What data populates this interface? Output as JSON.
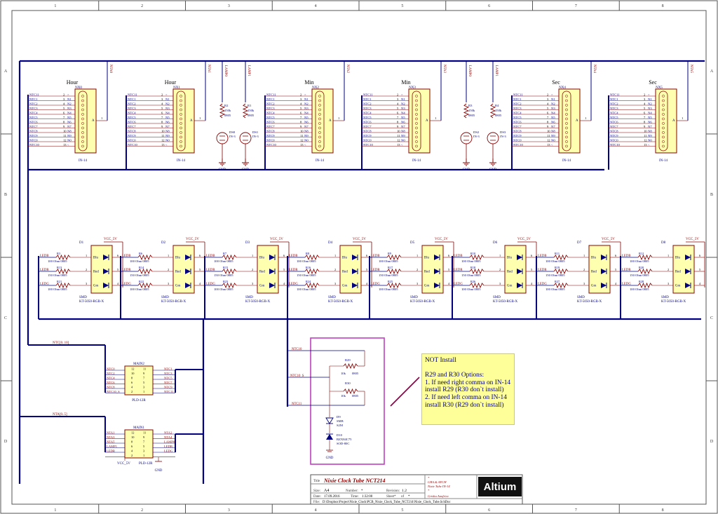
{
  "border": {
    "col_labels": [
      "1",
      "2",
      "3",
      "4",
      "5",
      "6",
      "7",
      "8"
    ],
    "row_labels": [
      "A",
      "B",
      "C",
      "D"
    ]
  },
  "nixie_tubes": [
    {
      "title": "Hour",
      "ref": "NX0",
      "part": "IN-14",
      "net": "NTA0"
    },
    {
      "title": "Hour",
      "ref": "NX1",
      "part": "IN-14",
      "net": "NTA1"
    },
    {
      "title": "Min",
      "ref": "NX2",
      "part": "IN-14",
      "net": "NTA2"
    },
    {
      "title": "Min",
      "ref": "NX3",
      "part": "IN-14",
      "net": "NTA3"
    },
    {
      "title": "Sec",
      "ref": "NX4",
      "part": "IN-14",
      "net": "NTA4"
    },
    {
      "title": "Sec",
      "ref": "NX5",
      "part": "IN-14",
      "net": "NTA5"
    }
  ],
  "nixie_pins": {
    "nets": [
      "NTC11",
      "NTC1",
      "NTC2",
      "NTC3",
      "NTC4",
      "NTC5",
      "NTC6",
      "NTC7",
      "NTC8",
      "NTC9",
      "NTC0",
      "NTC10"
    ],
    "pin_numbers": [
      "2",
      "3",
      "4",
      "5",
      "6",
      "7",
      "8",
      "9",
      "10",
      "11",
      "12",
      "13"
    ],
    "pin_names": [
      ">",
      "N1",
      "N2",
      "N3",
      "N4",
      "N5",
      "N6",
      "N7",
      "N8",
      "N9",
      "N0",
      "<"
    ],
    "anode_pin_name": "A",
    "anode_pin_number": "1"
  },
  "lamps": [
    {
      "ref": "DS0",
      "part": "IN-3",
      "r_ref": "R2",
      "r_val": "150k",
      "r_pkg": "0805",
      "net": "LAMP0"
    },
    {
      "ref": "DS1",
      "part": "IN-3",
      "r_ref": "R1",
      "r_val": "150k",
      "r_pkg": "0805",
      "net": "LAMP1"
    },
    {
      "ref": "DS2",
      "part": "IN-3",
      "r_ref": "R3",
      "r_val": "150k",
      "r_pkg": "0805",
      "net": "LAMP0"
    },
    {
      "ref": "DS3",
      "part": "IN-3",
      "r_ref": "R4",
      "r_val": "150k",
      "r_pkg": "0805",
      "net": "LAMP1"
    }
  ],
  "gnd_label": "GND",
  "leds": [
    {
      "ref": "D1",
      "r": [
        "R3",
        "R13",
        "R21"
      ]
    },
    {
      "ref": "D2",
      "r": [
        "R6",
        "R14",
        "R22"
      ]
    },
    {
      "ref": "D3",
      "r": [
        "R7",
        "R15",
        "R23"
      ]
    },
    {
      "ref": "D4",
      "r": [
        "R8",
        "R16",
        "R24"
      ]
    },
    {
      "ref": "D5",
      "r": [
        "R9",
        "R17",
        "R25"
      ]
    },
    {
      "ref": "D6",
      "r": [
        "R10",
        "R18",
        "R26"
      ]
    },
    {
      "ref": "D7",
      "r": [
        "R11",
        "R19",
        "R27"
      ]
    },
    {
      "ref": "D8",
      "r": [
        "R12",
        "R20",
        "R28"
      ]
    }
  ],
  "led_common": {
    "vcc": "VCC_5V",
    "nets": [
      "LEDB",
      "LEDR",
      "LEDG"
    ],
    "values": [
      "100 Ohm   0805",
      "150 Ohm   0805",
      "100 Ohm   0805"
    ],
    "colors": [
      "Blu",
      "Red",
      "Grn"
    ],
    "pins": [
      "6",
      "5",
      "4"
    ],
    "left_pins": [
      "1",
      "2",
      "3"
    ],
    "footer1": "SMD",
    "footer2": "KT-5050-RGB-X"
  },
  "main2": {
    "ref": "MAIN2",
    "part": "PLD-12R",
    "bus": "NTC[0..10]",
    "left": [
      "NTC0",
      "NTC2",
      "NTC4",
      "NTC6",
      "NTC8",
      "NTC10_S"
    ],
    "right": [
      "NTC1",
      "NTC3",
      "NTC5",
      "NTC7",
      "NTC9",
      "NTC11"
    ],
    "lnums": [
      "12",
      "10",
      "8",
      "6",
      "4",
      "2"
    ],
    "rnums": [
      "11",
      "9",
      "7",
      "5",
      "3",
      "1"
    ]
  },
  "main1": {
    "ref": "MAIN1",
    "part": "PLD-12R",
    "bus": "NTA[0..5]",
    "left": [
      "NTA1",
      "NTA3",
      "NTA5",
      "LAMP1",
      "LEDR",
      ""
    ],
    "right": [
      "NTA2",
      "NTA4",
      "LAMP0",
      "LEDB",
      "LEDG",
      ""
    ],
    "lnums": [
      "12",
      "10",
      "8",
      "6",
      "4",
      "2"
    ],
    "rnums": [
      "11",
      "9",
      "7",
      "5",
      "3",
      "1"
    ],
    "vcc": "VCC_5V",
    "gnd": "GND"
  },
  "comma_circuit": {
    "nets": [
      "NTC10",
      "NTC10_S",
      "NTC11"
    ],
    "r29": {
      "ref": "R29",
      "val": "10k",
      "pkg": "0805"
    },
    "r30": {
      "ref": "R30",
      "val": "10k",
      "pkg": "0805"
    },
    "d9": {
      "ref": "D9",
      "pkg": "SMB",
      "part": "S2M"
    },
    "d10": {
      "ref": "D10",
      "part": "BZX84C75",
      "pkg": "SOD-80C"
    },
    "gnd": "GND"
  },
  "note": {
    "lines": [
      "NOT Install",
      "",
      "R29 and R30 Options:",
      "1. If need right comma on IN-14",
      "install R29 (R30 don`t install)",
      "2. If need left comma on IN-14",
      "install R30 (R29 don`t install)"
    ]
  },
  "title_block": {
    "title_label": "Title",
    "title": "Nixie Clock Tube NCT214",
    "size_label": "Size:",
    "size": "A4",
    "number_label": "Number:",
    "number": "*",
    "revision_label": "Revision:",
    "revision": "1.2",
    "date_label": "Date:",
    "date": "17.09.2016",
    "time_label": "Time:",
    "time": "1:32:00",
    "sheet_label": "Sheet*",
    "of_label": "of",
    "of_value": "*",
    "file_label": "File:",
    "file": "D:\\Dropbox\\Project\\Nixie_Clock\\PCB_Nixie_Clock_Tube_NCT214\\Nixie_Clock_Tube.SchDoc",
    "company": [
      "*",
      "GRA & AFCH",
      "Nixie Tube IN-14",
      "*"
    ],
    "author": "Grisha Anofriev",
    "logo": "Altium"
  }
}
